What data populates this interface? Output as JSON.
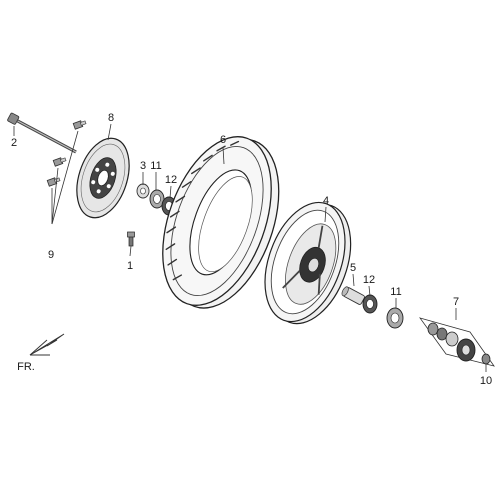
{
  "diagram": {
    "callouts": {
      "p1": "1",
      "p2": "2",
      "p3": "3",
      "p4": "4",
      "p5": "5",
      "p6": "6",
      "p7": "7",
      "p8": "8",
      "p9": "9",
      "p10": "10",
      "p11a": "11",
      "p11b": "11",
      "p12a": "12",
      "p12b": "12"
    },
    "direction_label": "FR."
  }
}
